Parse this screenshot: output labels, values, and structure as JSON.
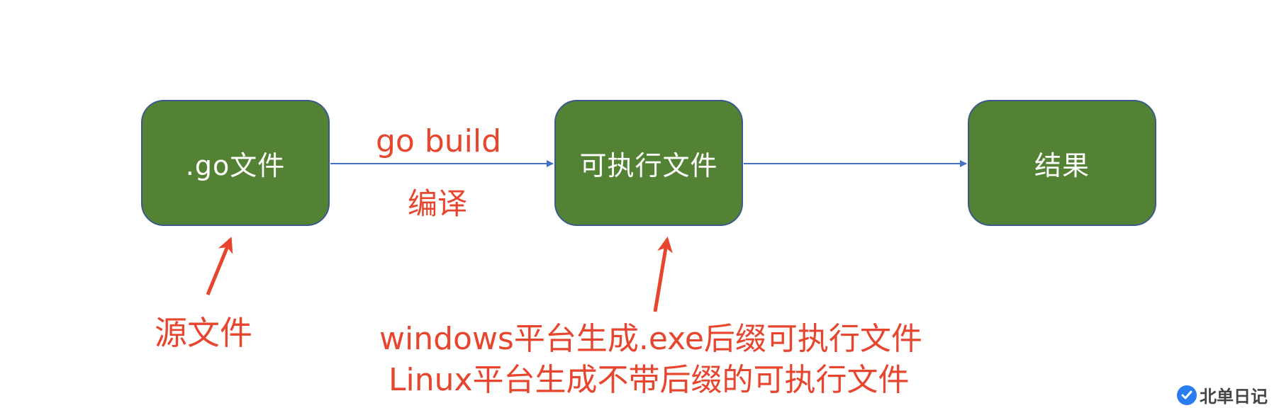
{
  "nodes": {
    "source": ".go文件",
    "executable": "可执行文件",
    "result": "结果"
  },
  "edge_labels": {
    "command": "go build",
    "compile": "编译"
  },
  "annotations": {
    "source_file": "源文件",
    "windows": "windows平台生成.exe后缀可执行文件",
    "linux": "Linux平台生成不带后缀的可执行文件"
  },
  "watermark": {
    "text": "北单日记",
    "icon": "check-badge-icon"
  },
  "colors": {
    "node_fill": "#548235",
    "node_border": "#3b5a8a",
    "node_text": "#ffffff",
    "annotation": "#e8452e",
    "connector": "#4472c4"
  }
}
